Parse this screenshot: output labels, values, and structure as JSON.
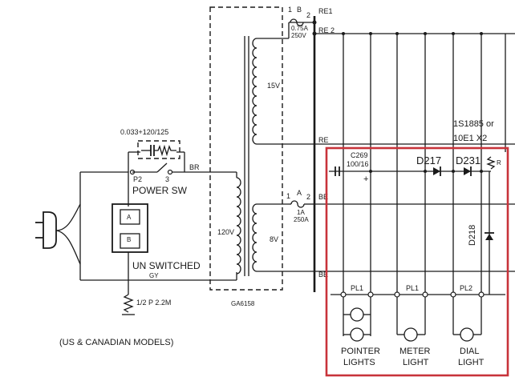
{
  "labels": {
    "cap_top": "0.033+120/125",
    "p2": "P2",
    "p3": "3",
    "br1": "BR",
    "power_sw": "POWER SW",
    "sw_a": "A",
    "sw_b": "B",
    "unswitched": "UN SWITCHED",
    "gy": "GY",
    "resistor": "1/2 P 2.2M",
    "models": "(US & CANADIAN MODELS)",
    "prim_120v": "120V",
    "sec_15v": "15V",
    "sec_8v": "8V",
    "transformer": "GA6158",
    "fuse1_num": "1",
    "fuse1_b": "B",
    "fuse1_num2": "2",
    "fuse1_rating": "0.75A",
    "fuse1_volt": "250V",
    "fuse2_num": "1",
    "fuse2_a": "A",
    "fuse2_num2": "2",
    "fuse2_rating": "1A",
    "fuse2_volt": "250A",
    "re1": "RE1",
    "re2": "RE 2",
    "re": "RE",
    "be1": "BE",
    "be2": "BE",
    "c269": "C269",
    "c269_val": "100/16",
    "plus": "+",
    "d217": "D217",
    "d231": "D231",
    "d218": "D218",
    "diode_note1": "1S1885 or",
    "diode_note2": "10E1 X2",
    "r_small": "R",
    "pl1a": "PL1",
    "pl1b": "PL1",
    "pl2": "PL2",
    "pointer1": "POINTER",
    "pointer2": "LIGHTS",
    "meter1": "METER",
    "meter2": "LIGHT",
    "dial1": "DIAL",
    "dial2": "LIGHT"
  },
  "colors": {
    "ink": "#1a1a1a",
    "highlight": "#c8333a",
    "paper": "#ffffff"
  }
}
